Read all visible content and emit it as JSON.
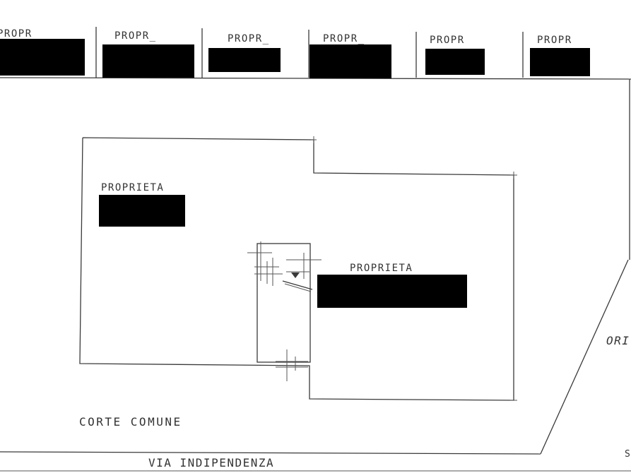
{
  "plan": {
    "top_row_labels": [
      "PROPR",
      "PROPR_",
      "PROPR_",
      "PROPR_",
      "PROPR",
      "PROPR"
    ],
    "main_left_label": "PROPRIETA",
    "main_right_label": "PROPRIETA",
    "courtyard_label": "CORTE COMUNE",
    "street_label": "VIA INDIPENDENZA",
    "right_edge_label": "ORI",
    "corner_label": "S"
  },
  "colors": {
    "line": "#3a3a3a",
    "redaction": "#000000",
    "background": "#ffffff"
  }
}
